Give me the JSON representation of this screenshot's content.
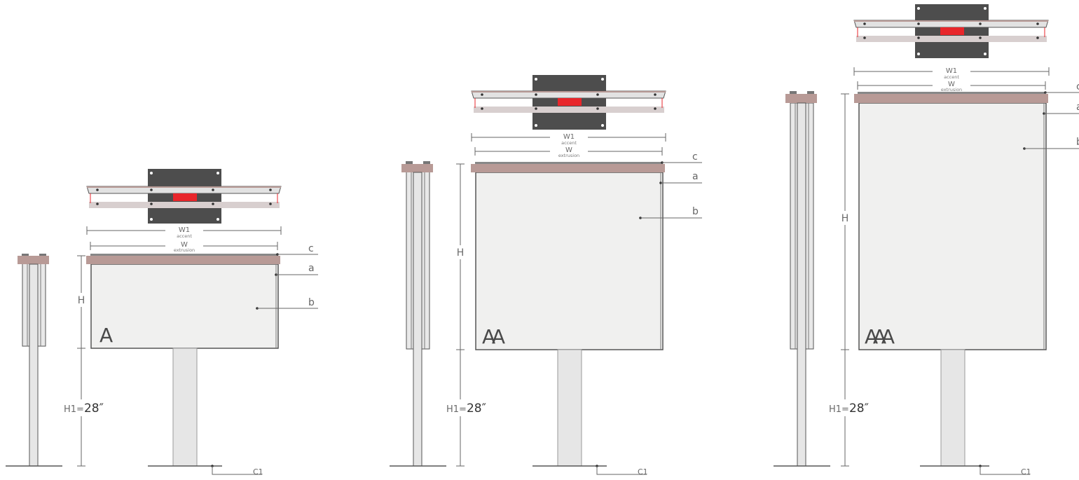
{
  "colors": {
    "accent": "#b89a96",
    "panel": "#f0f0ef",
    "post": "#e6e6e6",
    "bracket": "#4d4d4d",
    "marker": "#e8262b",
    "line": "#555555",
    "label": "#666666"
  },
  "variants": [
    {
      "name": "A",
      "labels": {
        "c": "c",
        "a": "a",
        "b": "b",
        "c1": "C1"
      },
      "dims": {
        "w1": "W1",
        "w1_sub": "accent",
        "w": "W",
        "w_sub": "extrusion",
        "h": "H",
        "h1_prefix": "H1=",
        "h1_value": "28″"
      }
    },
    {
      "name": "AA",
      "labels": {
        "c": "c",
        "a": "a",
        "b": "b",
        "c1": "C1"
      },
      "dims": {
        "w1": "W1",
        "w1_sub": "accent",
        "w": "W",
        "w_sub": "extrusion",
        "h": "H",
        "h1_prefix": "H1=",
        "h1_value": "28″"
      }
    },
    {
      "name": "AAA",
      "labels": {
        "c": "c",
        "a": "a",
        "b": "b",
        "c1": "C1"
      },
      "dims": {
        "w1": "W1",
        "w1_sub": "accent",
        "w": "W",
        "w_sub": "extrusion",
        "h": "H",
        "h1_prefix": "H1=",
        "h1_value": "28″"
      }
    }
  ]
}
